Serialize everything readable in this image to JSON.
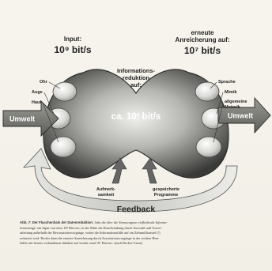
{
  "figure": {
    "input_title": "Input:",
    "input_rate": "10⁹ bit/s",
    "output_title_1": "erneute",
    "output_title_2": "Anreicherung auf:",
    "output_rate": "10⁷ bit/s",
    "center_title_1": "Informations-",
    "center_title_2": "reduktion",
    "center_title_3": "auf:",
    "center_rate": "ca. 10² bit/s",
    "left_labels": [
      "Ohr",
      "Auge",
      "Haut"
    ],
    "right_labels": [
      "Sprache",
      "Mimik",
      "allgemeine",
      "Motorik"
    ],
    "left_arrow": "Umwelt",
    "right_arrow": "Umwelt",
    "attention_1": "Aufmerk-",
    "attention_2": "samkeit",
    "programs_1": "gespeicherte",
    "programs_2": "Programme",
    "feedback": "Feedback"
  },
  "caption": {
    "label": "Abb. 7: Der Flaschenhals der Datenreduktion:",
    "lines": [
      "links die über die Sinnesorgane einfließende Informa-",
      "tionsmenge: ein Input von etwa 10⁹ Bits/sec; in der Mitte die Einschränkung durch Auswahl und Vorver-",
      "arbeitung außerhalb der Bewusstseinsvorgänge, wobei die Informationsfülle auf ein Zehnmillionstel (!)",
      "reduziert wird. Rechts dann die erneute Anreicherung durch Assoziationsvorgänge in der rechten Hirn-",
      "hälfte mit bereits vorhandenen Inhalten auf wieder rund 10⁷ Bits/sec. (nach Becker-Carus)"
    ]
  },
  "colors": {
    "body_dark": "#3c3c3a",
    "body_light": "#d4d4d0",
    "arrow_fill": "#7d7d78",
    "text": "#222222"
  }
}
